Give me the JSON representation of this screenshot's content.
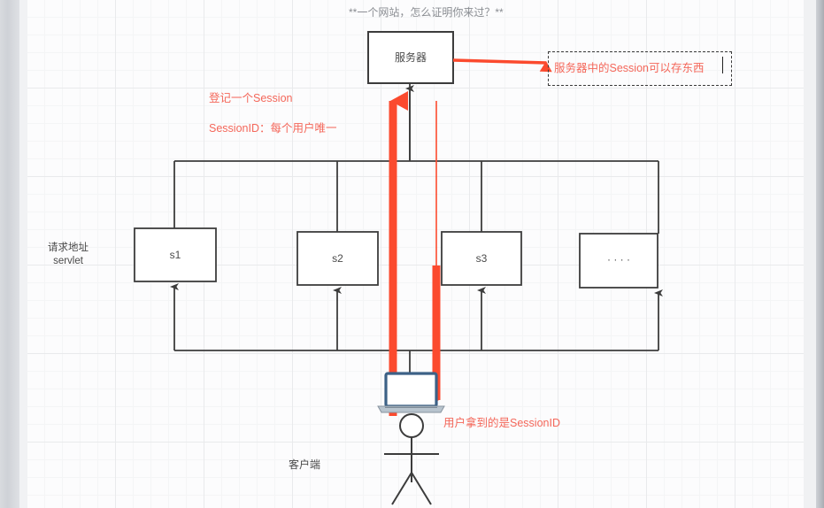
{
  "diagram": {
    "title": "**一个网站，怎么证明你来过？**",
    "server_box": {
      "label": "服务器"
    },
    "servlet_boxes": [
      {
        "label": "s1"
      },
      {
        "label": "s2"
      },
      {
        "label": "s3"
      },
      {
        "label": "· · · ·"
      }
    ],
    "side_label": {
      "line1": "请求地址",
      "line2": "servlet"
    },
    "client_label": "客户端",
    "annotations": {
      "register_session": "登记一个Session",
      "session_id_unique": "SessionID：每个用户唯一",
      "server_session_store": "服务器中的Session可以存东西",
      "user_gets_sessionid": "用户拿到的是SessionID"
    },
    "colors": {
      "annotation_red": "#f4675a",
      "arrow_red": "#fb4a2e",
      "stroke_dark": "#3c3c3c",
      "text_gray": "#4a4a4a",
      "title_gray": "#8a8d92",
      "grid_line": "#e9eaec",
      "canvas_bg": "#fcfcfd"
    }
  }
}
